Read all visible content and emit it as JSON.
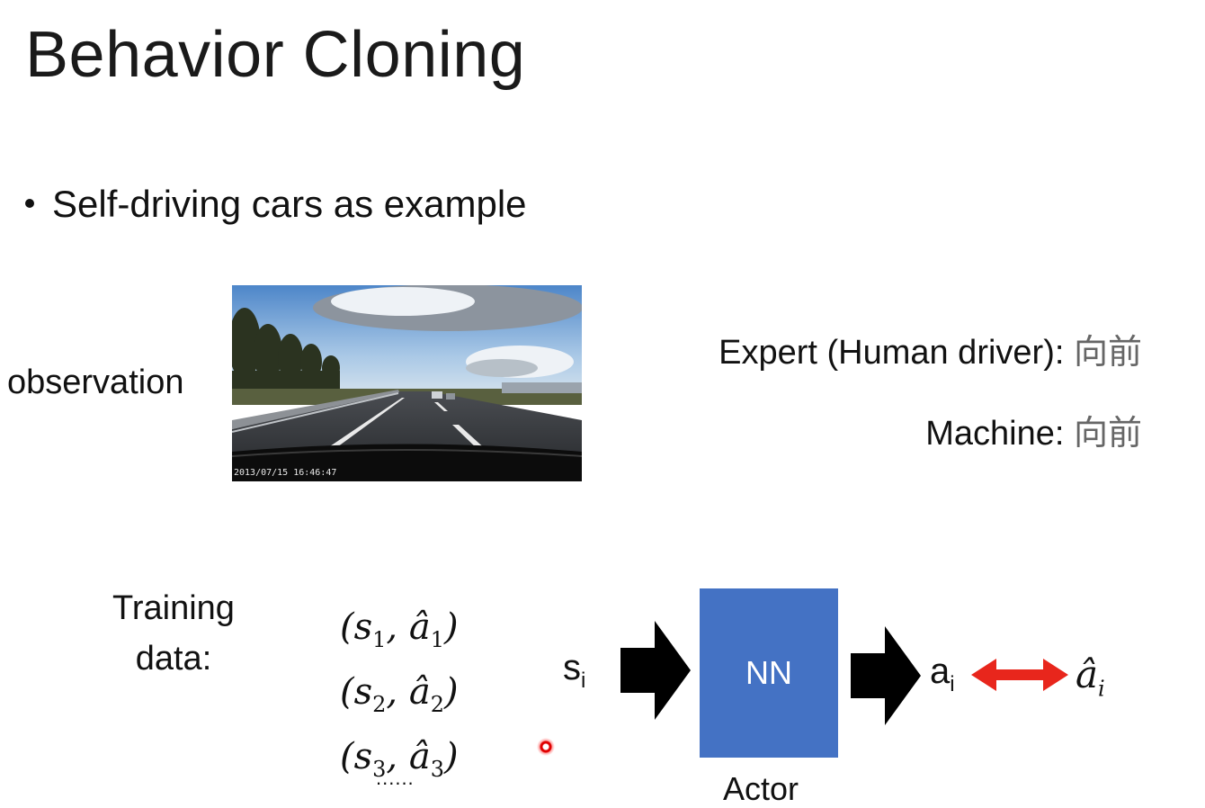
{
  "slide": {
    "title": "Behavior Cloning",
    "bullet": "Self-driving cars as example"
  },
  "observation": {
    "label": "observation",
    "timestamp": "2013/07/15  16:46:47"
  },
  "outputs": {
    "expert_label": "Expert (Human driver):",
    "expert_action": "向前",
    "machine_label": "Machine:",
    "machine_action": "向前"
  },
  "training": {
    "label_line1": "Training",
    "label_line2": "data:",
    "pairs": [
      {
        "s": "s",
        "a": "â",
        "index": "1"
      },
      {
        "s": "s",
        "a": "â",
        "index": "2"
      },
      {
        "s": "s",
        "a": "â",
        "index": "3"
      }
    ],
    "ellipsis": "......"
  },
  "pipeline": {
    "input_symbol": "s",
    "input_sub": "i",
    "box_label": "NN",
    "caption": "Actor",
    "output_symbol": "a",
    "output_sub": "i",
    "target_symbol": "â",
    "target_sub": "i"
  },
  "colors": {
    "nn_box": "#4472c4",
    "double_arrow": "#e8261c",
    "flow_arrows": "#000000"
  },
  "icons": [
    "right-arrow-icon",
    "double-headed-arrow-icon",
    "laser-pointer-icon"
  ]
}
